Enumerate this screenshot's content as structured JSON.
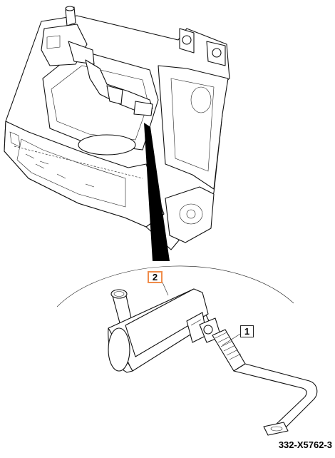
{
  "callouts": {
    "muffler_number": "2",
    "exhaust_pipe_number": "1"
  },
  "figure_id": "332-X5762-3",
  "colors": {
    "highlight_box": "#f08c4a",
    "line": "#111111",
    "background": "#ffffff"
  }
}
